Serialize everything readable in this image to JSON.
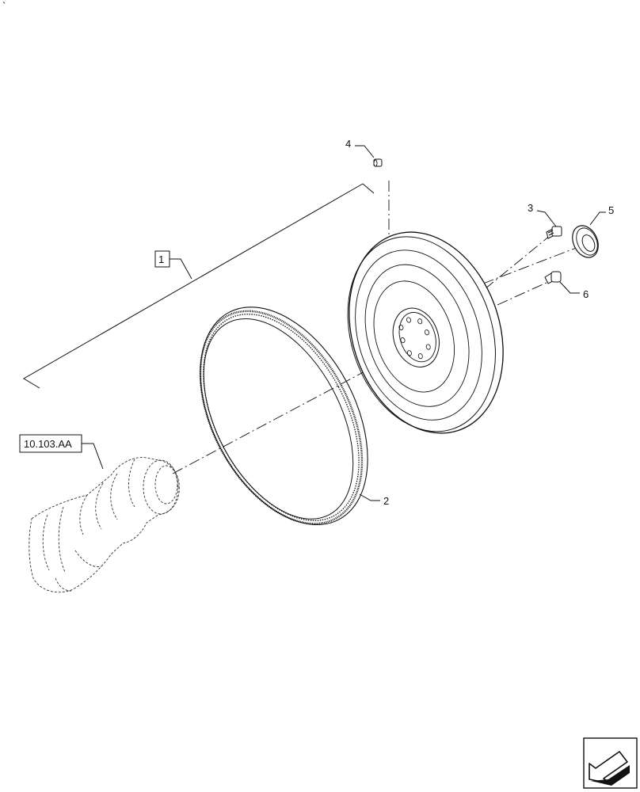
{
  "corner_mark": "`",
  "callouts": {
    "c1": "1",
    "c2": "2",
    "c3": "3",
    "c4": "4",
    "c5": "5",
    "c6": "6"
  },
  "reference": "10.103.AA",
  "icons": {
    "nav": "next-page-arrow-icon"
  }
}
